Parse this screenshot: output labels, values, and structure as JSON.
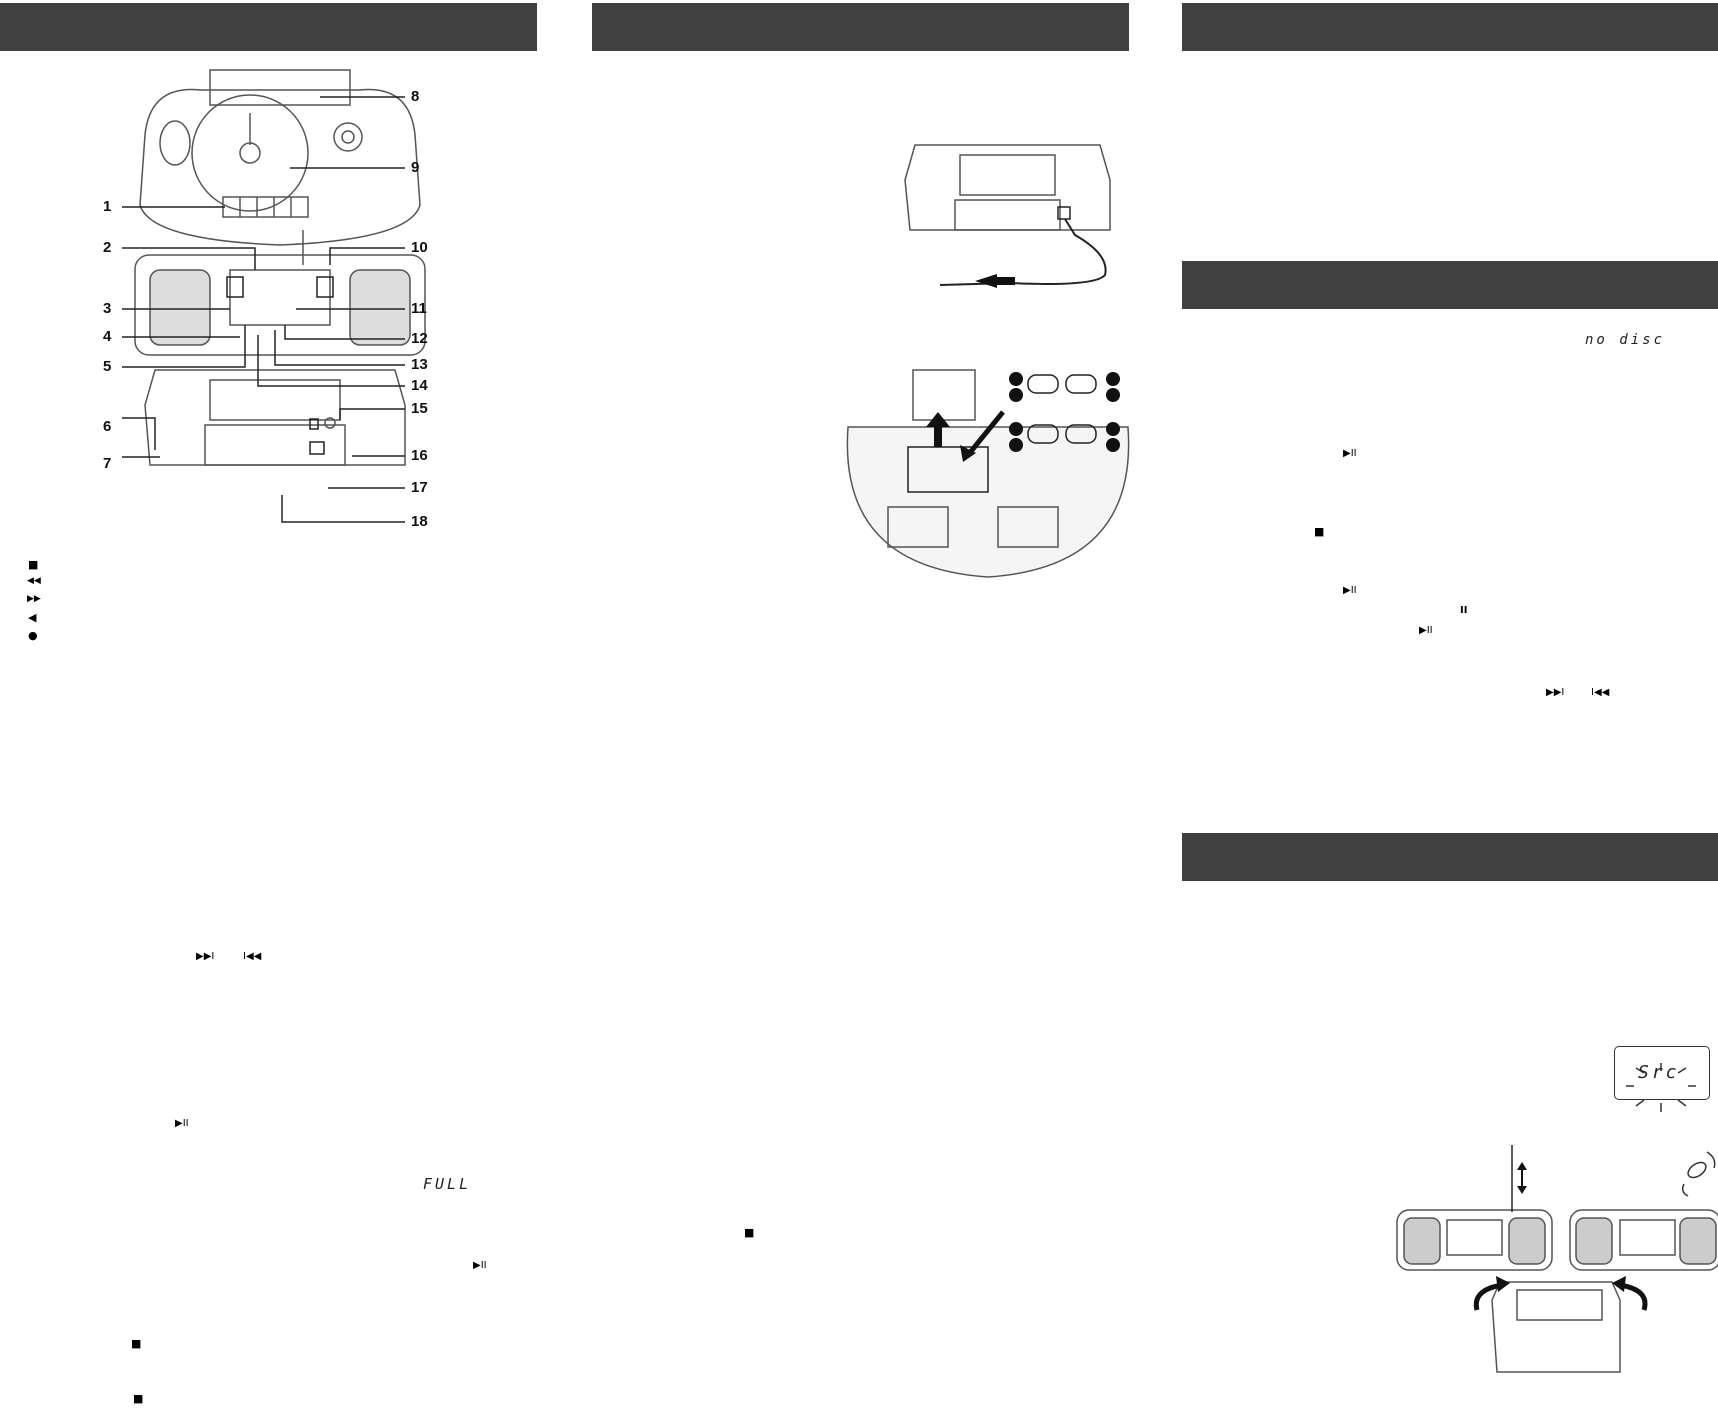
{
  "callouts": [
    "1",
    "2",
    "3",
    "4",
    "5",
    "6",
    "7",
    "8",
    "9",
    "10",
    "11",
    "12",
    "13",
    "14",
    "15",
    "16",
    "17",
    "18"
  ],
  "displays": {
    "no_disc": "no disc",
    "full": "FULL",
    "src": "Src"
  },
  "symbols": {
    "stop": "■",
    "rewind": "◀◀",
    "fast_forward": "▶▶",
    "eject": "◀",
    "record": "●",
    "play_pause": "▶II",
    "pause": "II",
    "skip_next": "▶▶I",
    "skip_prev": "I◀◀"
  },
  "colors": {
    "header_bar": "#404040",
    "line_art": "#555555",
    "callout_text": "#111111"
  }
}
